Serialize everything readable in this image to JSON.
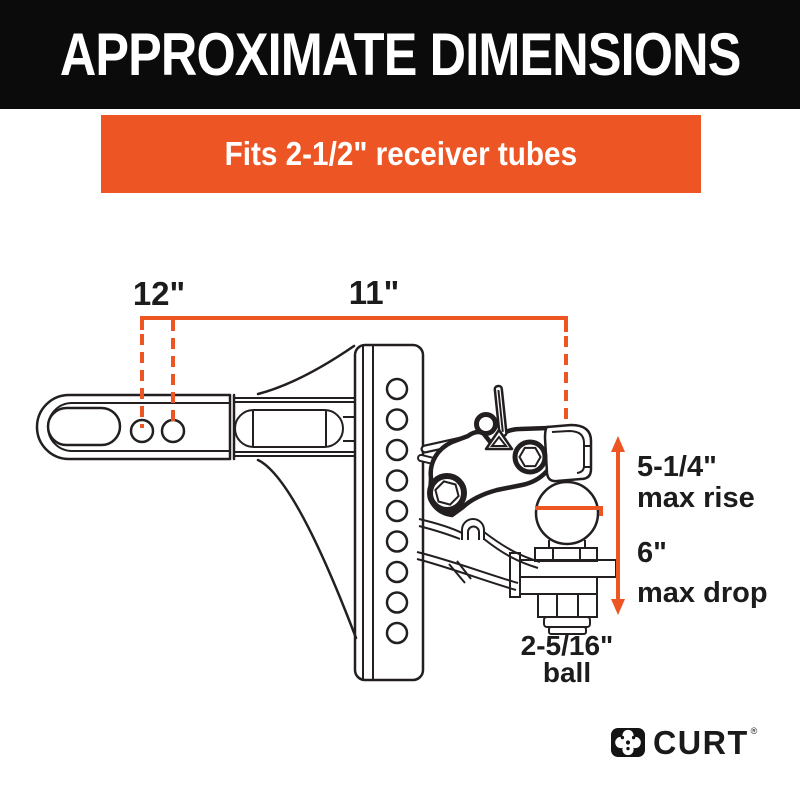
{
  "header": {
    "title": "APPROXIMATE DIMENSIONS"
  },
  "banner": {
    "text": "Fits 2-1/2\" receiver tubes"
  },
  "diagram": {
    "shank_holes_dim": "12\"",
    "length_dim": "11\"",
    "max_rise_value": "5-1/4\"",
    "max_rise_label": "max rise",
    "max_drop_value": "6\"",
    "max_drop_label": "max drop",
    "ball_size": "2-5/16\"",
    "ball_word": "ball"
  },
  "logo": {
    "brand": "CURT",
    "registered": "®"
  },
  "colors": {
    "accent_orange": "#ee5524",
    "drawing_line": "#231f20",
    "header_background": "#0b0b0b",
    "text_on_dark": "#ffffff"
  }
}
